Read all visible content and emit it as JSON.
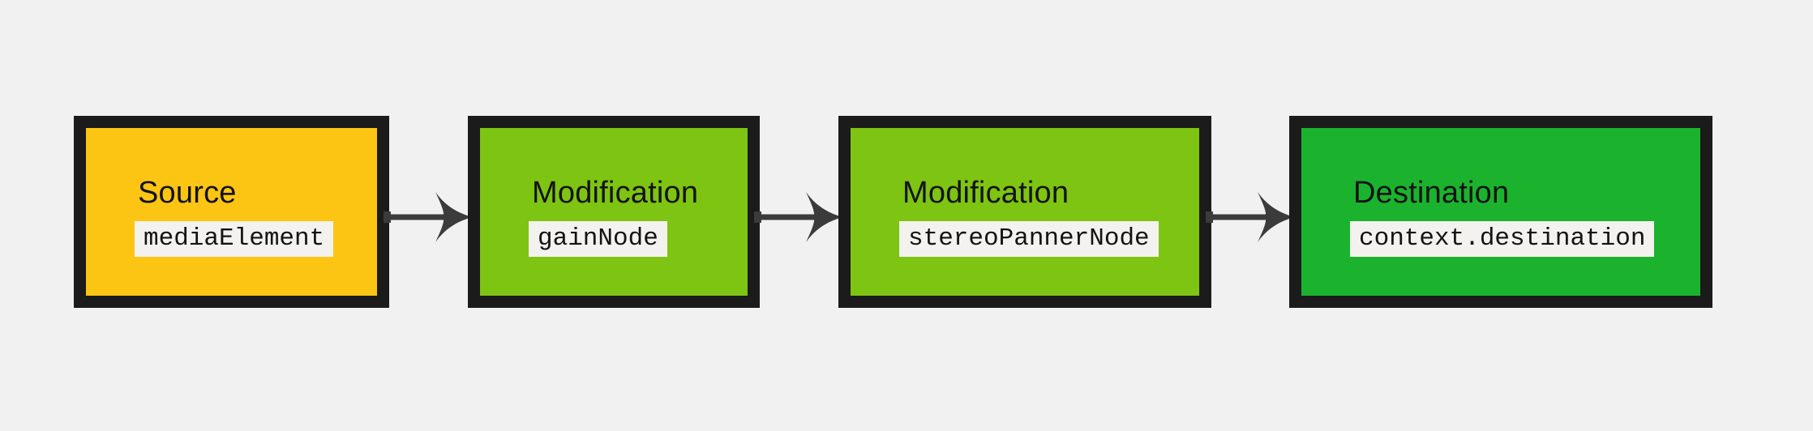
{
  "page": {
    "background": "#f1f1f2"
  },
  "diagram": {
    "type": "audio-node-flow",
    "border_color": "#1b1b1b",
    "arrow_color": "#3b3b3b",
    "chip_background": "#f3f2ee",
    "text_color": "#131313",
    "nodes": [
      {
        "label": "Source",
        "code": "mediaElement",
        "fill": "#fdc513"
      },
      {
        "label": "Modification",
        "code": "gainNode",
        "fill": "#7ec412"
      },
      {
        "label": "Modification",
        "code": "stereoPannerNode",
        "fill": "#7ec412"
      },
      {
        "label": "Destination",
        "code": "context.destination",
        "fill": "#1bb32e"
      }
    ],
    "arrows": [
      {
        "icon": "arrow-right-icon"
      },
      {
        "icon": "arrow-right-icon"
      },
      {
        "icon": "arrow-right-icon"
      }
    ]
  }
}
